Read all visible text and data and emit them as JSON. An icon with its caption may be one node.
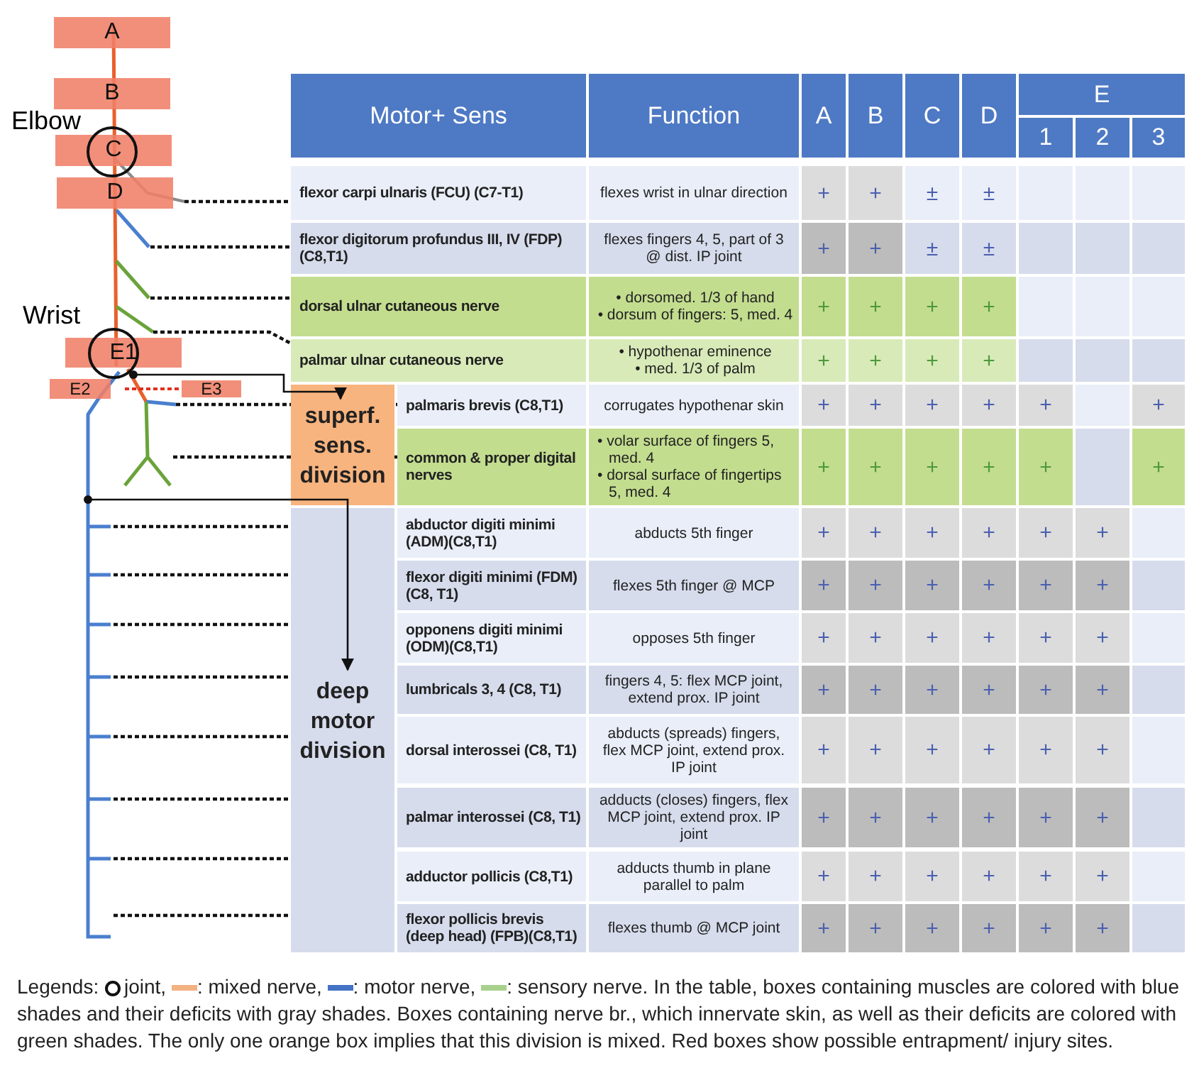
{
  "diagram": {
    "caption": "In the table, boxes containing muscles are colored with blue shades and their deficits with gray shades. Boxes containing nerve br., which innervate skin, as well as their deficits are colored with green shades. The only one orange box implies that this division is mixed. Red boxes show possible entrapment/ injury sites.",
    "nodes": [
      {
        "text": [
          "A"
        ]
      },
      {
        "text": [
          "B"
        ]
      },
      {
        "text": [
          "C"
        ]
      },
      {
        "text": [
          "D"
        ]
      },
      {
        "text": [
          "E1"
        ]
      },
      {
        "text": [
          "E2"
        ]
      },
      {
        "text": [
          "E3"
        ]
      },
      {
        "text": [
          "superf. sens. division"
        ]
      },
      {
        "text": [
          "deep motor division"
        ]
      },
      {
        "text": [
          "flexor carpi ulnaris (FCU)  (C7-T1)"
        ]
      },
      {
        "text": [
          "flexor digitorum profundus III, IV (FDP)(C8,T1)"
        ]
      },
      {
        "text": [
          "dorsal ulnar cutaneous nerve"
        ]
      },
      {
        "text": [
          "palmar ulnar cutaneous nerve"
        ]
      },
      {
        "text": [
          "palmaris brevis (C8,T1)"
        ]
      },
      {
        "text": [
          "common & proper digital nerves"
        ]
      },
      {
        "text": [
          "abductor digiti minimi (ADM)(C8,T1)"
        ]
      },
      {
        "text": [
          "flexor digiti minimi (FDM) (C8, T1)"
        ]
      },
      {
        "text": [
          "opponens digiti minimi (ODM)(C8,T1)"
        ]
      },
      {
        "text": [
          "lumbricals 3, 4 (C8, T1)"
        ]
      },
      {
        "text": [
          "dorsal interossei (C8, T1)"
        ]
      },
      {
        "text": [
          "palmar interossei (C8, T1)"
        ]
      },
      {
        "text": [
          "adductor pollicis (C8,T1)"
        ]
      },
      {
        "text": [
          "flexor pollicis brevis (deep head) (FPB)(C8,T1)"
        ]
      },
      {
        "text": [],
        "shape": "picture"
      }
    ],
    "edges": [
      {
        "from": 23,
        "to": 9,
        "arrow": "none",
        "style": "dashed"
      },
      {
        "from": 23,
        "to": 10,
        "arrow": "none",
        "style": "dashed"
      },
      {
        "from": 23,
        "to": 11,
        "arrow": "none",
        "style": "dashed"
      },
      {
        "from": 23,
        "to": 12,
        "arrow": "none",
        "style": "dashed"
      },
      {
        "from": 23,
        "to": 7,
        "arrow": "to"
      },
      {
        "from": 23,
        "to": 13,
        "arrow": "none",
        "style": "dashed"
      },
      {
        "from": 23,
        "to": 14,
        "arrow": "none",
        "style": "dashed"
      },
      {
        "from": 23,
        "to": 8,
        "arrow": "to"
      },
      {
        "from": 23,
        "to": 15,
        "arrow": "none",
        "style": "dashed"
      },
      {
        "from": 23,
        "to": 16,
        "arrow": "none",
        "style": "dashed"
      },
      {
        "from": 23,
        "to": 17,
        "arrow": "none",
        "style": "dashed"
      },
      {
        "from": 23,
        "to": 18,
        "arrow": "none",
        "style": "dashed"
      },
      {
        "from": 23,
        "to": 19,
        "arrow": "none",
        "style": "dashed"
      },
      {
        "from": 23,
        "to": 20,
        "arrow": "none",
        "style": "dashed"
      },
      {
        "from": 23,
        "to": 21,
        "arrow": "none",
        "style": "dashed"
      },
      {
        "from": 23,
        "to": 22,
        "arrow": "none",
        "style": "dashed"
      }
    ],
    "labels": [
      "Elbow",
      "Wrist",
      "Motor+ Sens",
      "Function",
      "A",
      "B",
      "C",
      "D",
      "E",
      "1",
      "2",
      "3",
      "flexes wrist in ulnar direction",
      "+",
      "+",
      "±",
      "±",
      "flexes fingers 4, 5, part of 3 @ dist. IP joint",
      "+",
      "+",
      "±",
      "±",
      "• dorsomed. 1/3 of hand",
      "• dorsum of fingers: 5, med. 4",
      "+",
      "+",
      "+",
      "+",
      "• hypothenar eminence",
      "• med. 1/3 of palm",
      "+",
      "+",
      "+",
      "+",
      "corrugates hypothenar skin",
      "+",
      "+",
      "+",
      "+",
      "+",
      "+",
      "• volar surface of fingers 5, med. 4",
      "• dorsal surface of fingertips 5, med. 4",
      "+",
      "+",
      "+",
      "+",
      "+",
      "+",
      "abducts 5th finger",
      "+",
      "+",
      "+",
      "+",
      "+",
      "+",
      "flexes 5th finger @ MCP",
      "+",
      "+",
      "+",
      "+",
      "+",
      "+",
      "opposes 5th finger",
      "+",
      "+",
      "+",
      "+",
      "+",
      "+",
      "fingers 4, 5: flex MCP joint, extend prox. IP joint",
      "+",
      "+",
      "+",
      "+",
      "+",
      "+",
      "abducts (spreads) fingers, flex MCP joint, extend prox. IP joint",
      "+",
      "+",
      "+",
      "+",
      "+",
      "+",
      "adducts (closes) fingers, flex MCP joint, extend prox. IP joint",
      "+",
      "+",
      "+",
      "+",
      "+",
      "+",
      "adducts thumb in plane parallel to palm",
      "+",
      "+",
      "+",
      "+",
      "+",
      "+",
      "flexes thumb @ MCP joint",
      "+",
      "+",
      "+",
      "+",
      "+",
      "+",
      "Legends:"
    ],
    "legend": [
      {
        "text": "joint,"
      },
      {
        "text": ": mixed nerve,",
        "color": "#f4b183"
      },
      {
        "text": ": motor nerve,",
        "color": "#4472c4"
      },
      {
        "text": ": sensory nerve.",
        "color": "#a9d18e"
      }
    ]
  }
}
